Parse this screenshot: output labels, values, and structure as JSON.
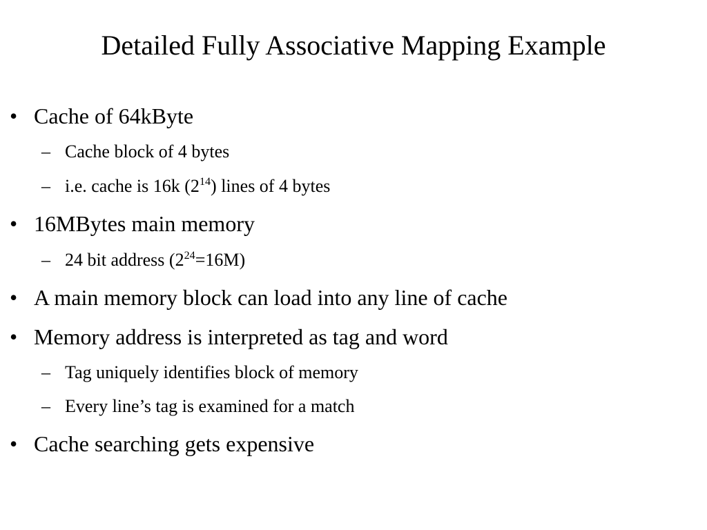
{
  "slide": {
    "title": "Detailed Fully Associative Mapping Example",
    "bullet_marker": "•",
    "sub_marker": "–",
    "items": [
      {
        "text": "Cache of 64kByte"
      },
      {
        "text": "Cache block of 4 bytes"
      },
      {
        "text_a": "i.e. cache is 16k (2",
        "sup": "14",
        "text_b": ") lines of 4 bytes"
      },
      {
        "text": "16MBytes main memory"
      },
      {
        "text_a": "24 bit address (2",
        "sup": "24",
        "text_b": "=16M)"
      },
      {
        "text": "A main memory block can load into any line of cache"
      },
      {
        "text": "Memory address is interpreted as tag and word"
      },
      {
        "text": "Tag uniquely identifies block of memory"
      },
      {
        "text": "Every line’s tag is examined for a match"
      },
      {
        "text": "Cache searching gets expensive"
      }
    ]
  }
}
